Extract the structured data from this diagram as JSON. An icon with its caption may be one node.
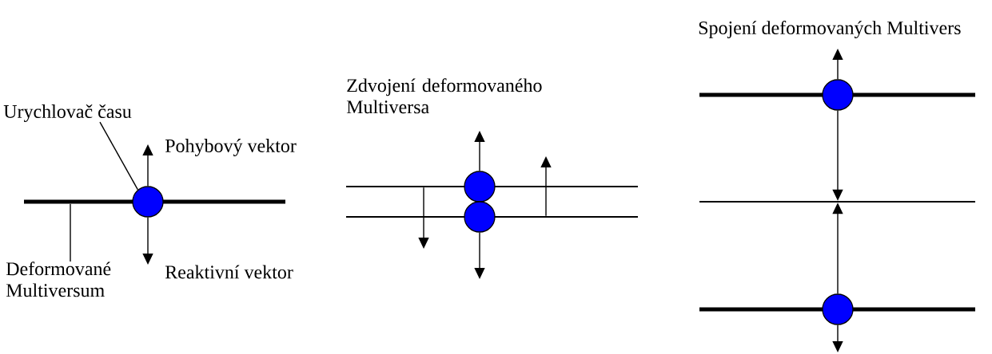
{
  "diagram": {
    "nodes": [
      {
        "text": [
          "Urychlovač času"
        ]
      },
      {
        "text": [],
        "shape": "bar"
      },
      {
        "text": [],
        "shape": "circle"
      },
      {
        "text": [
          "Deformované Multiversum"
        ]
      },
      {
        "text": [],
        "shape": "bar"
      },
      {
        "text": [],
        "shape": "circle"
      },
      {
        "text": [],
        "shape": "circle"
      },
      {
        "text": [],
        "shape": "bar"
      },
      {
        "text": [],
        "shape": "bar"
      },
      {
        "text": [],
        "shape": "circle"
      },
      {
        "text": [],
        "shape": "bar"
      },
      {
        "text": [],
        "shape": "bar"
      },
      {
        "text": [],
        "shape": "circle"
      }
    ],
    "edges": [
      {
        "from": 0,
        "to": 2,
        "arrow": "none"
      },
      {
        "from": 3,
        "to": 1,
        "arrow": "none"
      },
      {
        "from": 2,
        "to": null,
        "arrow": "to",
        "label": "Pohybový vektor"
      },
      {
        "from": 2,
        "to": null,
        "arrow": "to",
        "label": "Reaktivní vektor"
      },
      {
        "from": 5,
        "to": null,
        "arrow": "to"
      },
      {
        "from": 6,
        "to": null,
        "arrow": "to"
      },
      {
        "from": 4,
        "to": null,
        "arrow": "to"
      },
      {
        "from": 7,
        "to": null,
        "arrow": "to"
      },
      {
        "from": 9,
        "to": null,
        "arrow": "to"
      },
      {
        "from": 9,
        "to": 10,
        "arrow": "to"
      },
      {
        "from": 12,
        "to": 10,
        "arrow": "to"
      },
      {
        "from": 12,
        "to": null,
        "arrow": "to"
      }
    ],
    "labels": [
      "Zdvojení deformovaného Multiversa",
      "Spojení deformovaných Multivers"
    ]
  }
}
